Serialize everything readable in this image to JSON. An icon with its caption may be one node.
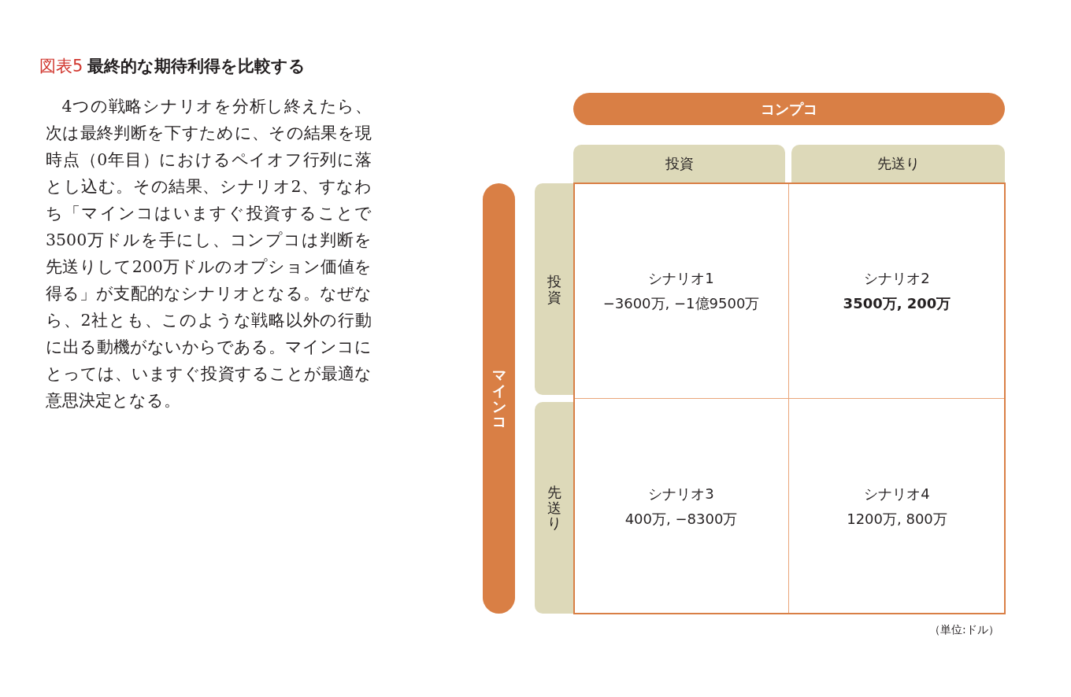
{
  "diagram": {
    "title": "図表5 最終的な期待利得を比較する",
    "nodes": [
      {
        "text": [
          "コンプコ"
        ]
      },
      {
        "text": [
          "投資"
        ]
      },
      {
        "text": [
          "先送り"
        ]
      },
      {
        "text": [
          "マインコ"
        ]
      },
      {
        "text": [
          "投資"
        ]
      },
      {
        "text": [
          "先送り"
        ]
      },
      {
        "text": [
          "シナリオ1",
          "−3600万, −1億9500万"
        ]
      },
      {
        "text": [
          "シナリオ2",
          "**3500万, 200万**"
        ]
      },
      {
        "text": [
          "シナリオ3",
          "400万, −8300万"
        ]
      },
      {
        "text": [
          "シナリオ4",
          "1200万, 800万"
        ]
      }
    ],
    "labels": [
      "4つの戦略シナリオを分析し終えたら、次は最終判断を下すために、その結果を現時点（0年目）におけるペイオフ行列に落とし込む。その結果、シナリオ2、すなわち「マインコはいますぐ投資することで3500万ドルを手にし、コンプコは判断を先送りして200万ドルのオプション価値を得る」が支配的なシナリオとなる。なぜなら、2社とも、このような戦略以外の行動に出る動機がないからである。マインコにとっては、いますぐ投資することが最適な意思決定となる。",
      "（単位:ドル）"
    ]
  }
}
